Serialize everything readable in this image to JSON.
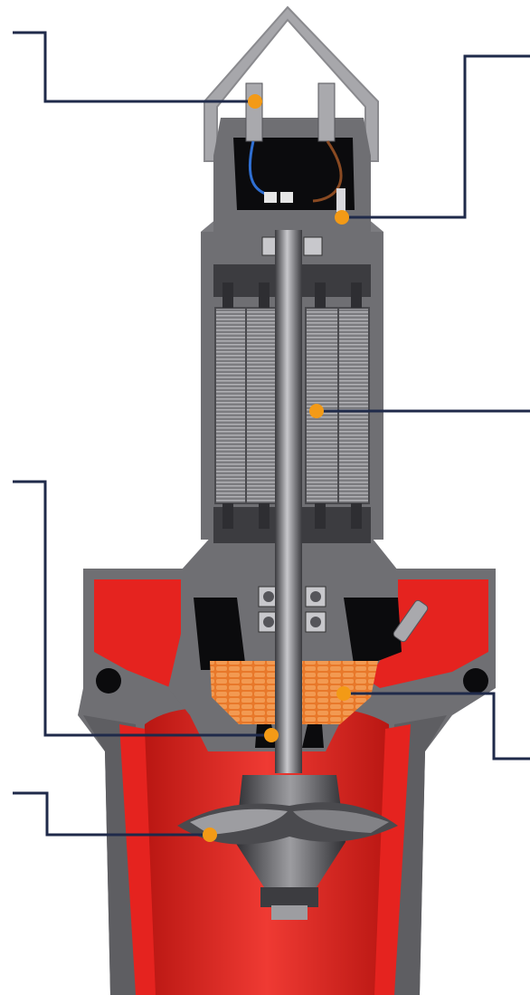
{
  "diagram": {
    "subject": "cutaway-axial-submersible-pump",
    "colors": {
      "background": "#ffffff",
      "casing_red": "#e5231f",
      "casing_red_dark": "#b51410",
      "steel_gray": "#6f6f73",
      "steel_dark": "#3c3c40",
      "steel_light": "#a9a9ad",
      "cavity_black": "#0b0b0d",
      "oil_orange": "#e8782a",
      "callout_line": "#1f2a4a",
      "callout_marker": "#f39a16",
      "lifting_bail": "#9a9a9e"
    },
    "callouts": [
      {
        "id": "cable-entry",
        "side": "left"
      },
      {
        "id": "moisture-sensor",
        "side": "right"
      },
      {
        "id": "motor-stator",
        "side": "right"
      },
      {
        "id": "shaft-seal",
        "side": "left"
      },
      {
        "id": "oil-chamber",
        "side": "right"
      },
      {
        "id": "propeller",
        "side": "left"
      }
    ]
  }
}
